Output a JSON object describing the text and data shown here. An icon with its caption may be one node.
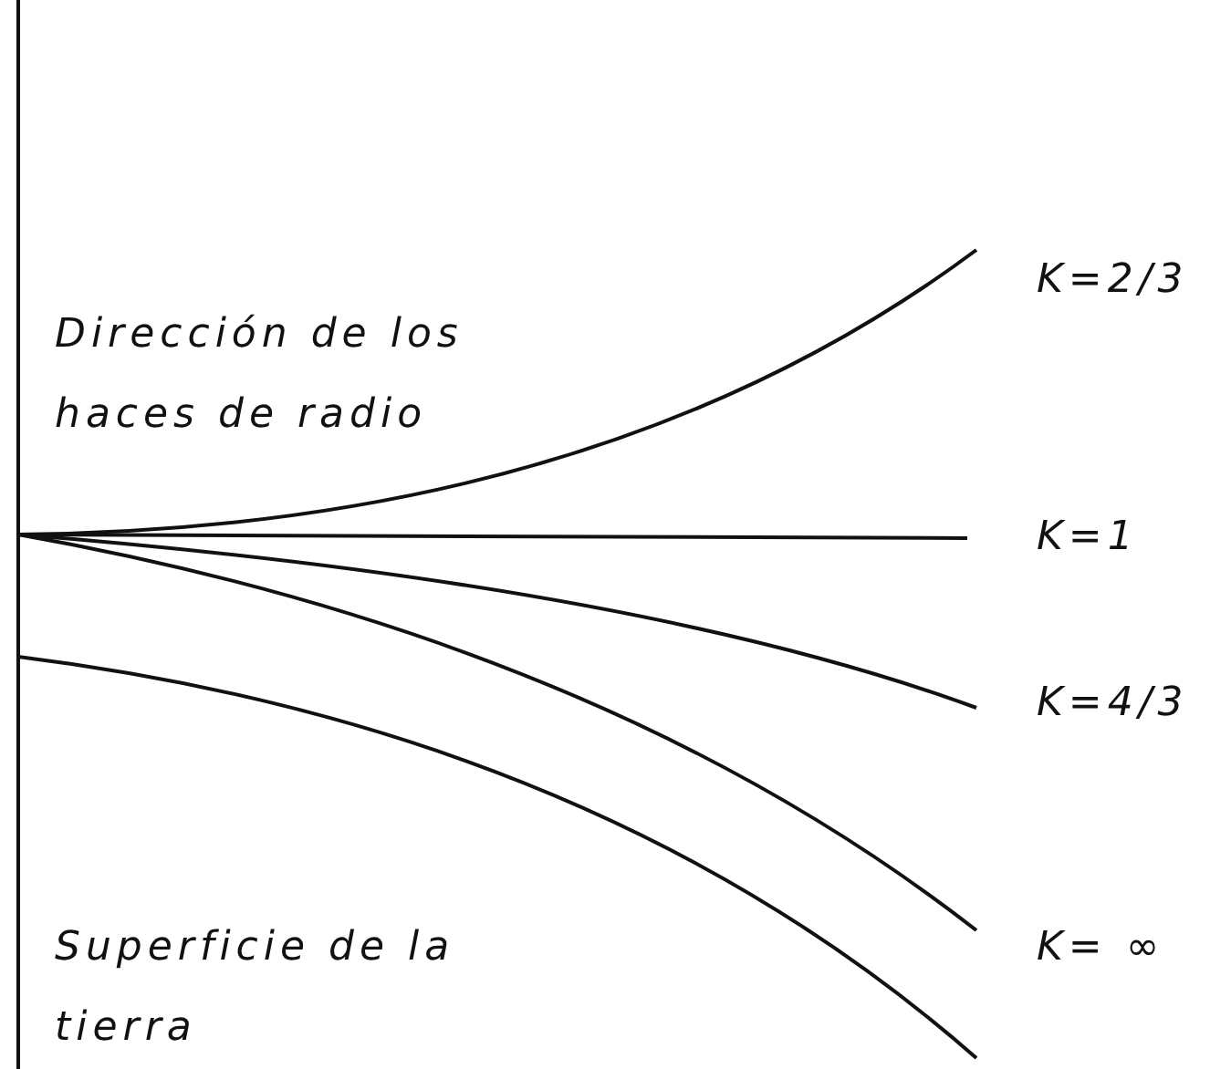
{
  "diagram": {
    "labels": [
      "Dirección de los haces de radio",
      "K=2/3",
      "K=1",
      "K=4/3",
      "Superficie de la tierra",
      "K= ∞"
    ]
  }
}
